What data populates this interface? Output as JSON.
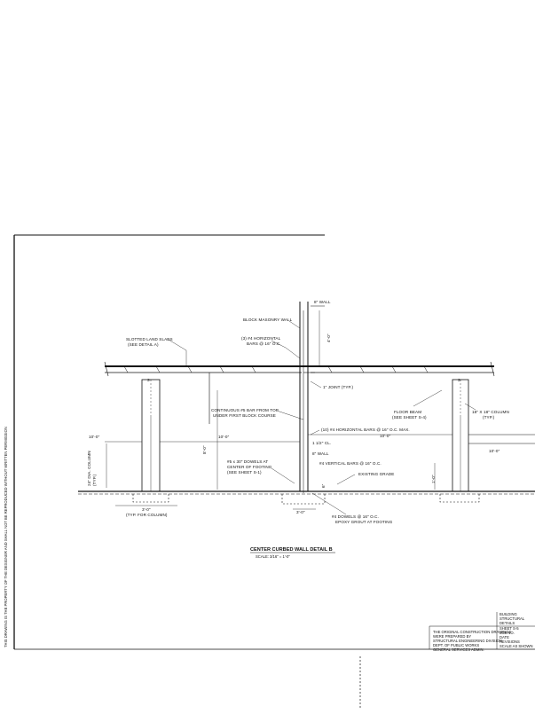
{
  "drawing": {
    "title": "CENTER CURBED WALL DETAIL B",
    "scale": "SCALE: 3/16\" = 1'-0\"",
    "labels": {
      "wall_thickness": "8\" WALL",
      "block_wall": "BLOCK MASONRY WALL",
      "slotted_slab": "SLOTTED LAND SLABS",
      "slotted_slab_ref": "(SEE DETAIL A)",
      "horiz_bars_1": "(3) #4 HORIZONTAL",
      "horiz_bars_2": "BARS @ 16\" O.C.",
      "wall_height": "4'-0\"",
      "joint": "1\" JOINT (TYP.)",
      "continuous_1": "CONTINUOUS #5 BAR FROM TOP",
      "continuous_2": "UNDER FIRST BLOCK COURSE",
      "horiz_bars_3": "(10) #4 HORIZONTAL BARS @ 16\" O.C. MAX.",
      "dim_left": "10'-0\"",
      "dim_center": "10'-0\"",
      "dim_vert": "8'-0\"",
      "dim_right_mid": "10'-0\"",
      "dim_right": "10'-0\"",
      "dim_slab": "1 1/2\" CL.",
      "wall_8": "8\" WALL",
      "vert_bars": "#4 VERTICAL BARS @ 16\" O.C.",
      "dowels_1": "#5 x 30\" DOWELS AT",
      "dowels_2": "CENTER OF FOOTING",
      "dowels_3": "(SEE SHEET S-1)",
      "existing": "EXISTING GRADE",
      "left_col_1": "24\" DIA. COLUMN",
      "left_col_2": "(TYP.)",
      "floor_beam_1": "FLOOR BEAM",
      "floor_beam_2": "(SEE SHEET S-4)",
      "right_col_1": "18\" X 18\" COLUMN",
      "right_col_2": "(TYP.)",
      "footing_w": "3'-0\"",
      "footing_tag": "(TYP. FOR COLUMN)",
      "footing_center": "3'-0\"",
      "dowels_4": "#4 DOWELS @ 16\" O.C.",
      "dowels_5": "EPOXY GROUT AT FOOTING",
      "dim_small_1": "1'-0\"",
      "dim_small_2": "6\"",
      "marker": "3"
    },
    "left_margin_text": "THIS DRAWING IS THE PROPERTY OF THE DESIGNER AND SHALL NOT BE REPRODUCED WITHOUT WRITTEN PERMISSION",
    "title_block": {
      "line1": "THE ORIGINAL CONSTRUCTION DRAWINGS",
      "line2": "WERE PREPARED BY",
      "line3": "STRUCTURAL ENGINEERING DIVISION",
      "line4": "DEPT. OF PUBLIC WORKS",
      "line5": "GENERAL SERVICES ADMIN.",
      "right1": "BUILDING",
      "right2": "STRUCTURAL",
      "right3": "DETAILS",
      "right4": "SHEET S-5",
      "right5": "JOB NO.",
      "right6": "DATE",
      "right7": "REVISIONS",
      "right8": "SCALE AS SHOWN"
    }
  }
}
